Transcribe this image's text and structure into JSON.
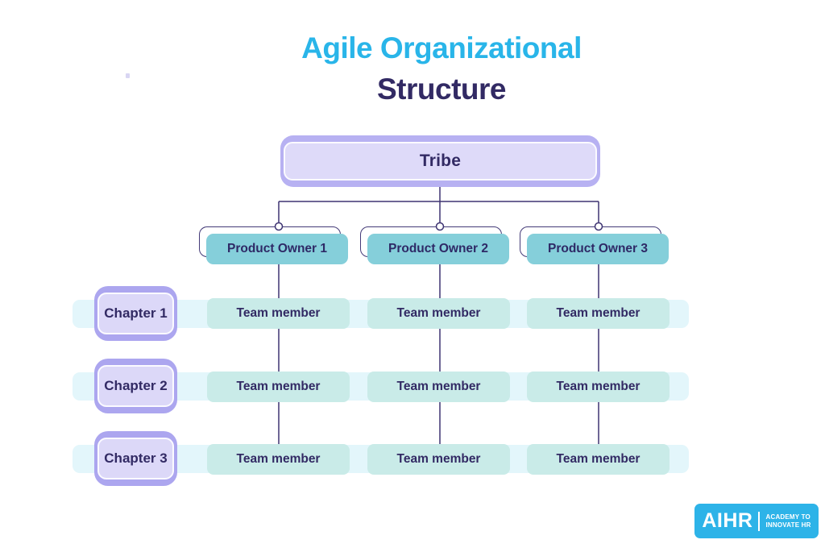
{
  "title": {
    "line1": "Agile Organizational",
    "line2": "Structure"
  },
  "tribe": {
    "label": "Tribe"
  },
  "product_owners": [
    "Product Owner 1",
    "Product Owner 2",
    "Product Owner 3"
  ],
  "rows": [
    {
      "chapter": "Chapter 1",
      "members": [
        "Team member",
        "Team member",
        "Team member"
      ]
    },
    {
      "chapter": "Chapter 2",
      "members": [
        "Team member",
        "Team member",
        "Team member"
      ]
    },
    {
      "chapter": "Chapter 3",
      "members": [
        "Team member",
        "Team member",
        "Team member"
      ]
    }
  ],
  "logo": {
    "name": "AIHR",
    "tagline_line1": "ACADEMY TO",
    "tagline_line2": "INNOVATE HR"
  },
  "colors": {
    "title_accent": "#29B5E9",
    "title_dark": "#322A64",
    "tribe_fill": "#DEDAF9",
    "tribe_ring": "#B7B1F2",
    "chapter_fill": "#DCD8F8",
    "chapter_ring": "#ACA6EF",
    "product_owner_fill": "#85CFDA",
    "team_member_fill": "#C9EBE8",
    "row_band": "#E3F6FB",
    "connector_line": "#3E3472",
    "logo_background": "#2DB3E8"
  }
}
